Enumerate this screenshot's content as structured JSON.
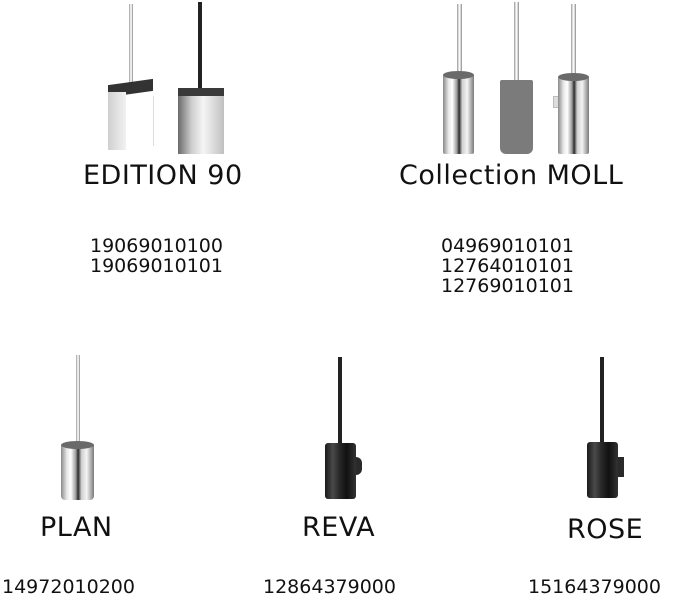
{
  "products": [
    {
      "name": "EDITION 90",
      "codes": [
        "19069010100",
        "19069010101"
      ]
    },
    {
      "name": "Collection MOLL",
      "codes": [
        "04969010101",
        "12764010101",
        "12769010101"
      ]
    },
    {
      "name": "PLAN",
      "codes": [
        "14972010200"
      ]
    },
    {
      "name": "REVA",
      "codes": [
        "12864379000"
      ]
    },
    {
      "name": "ROSE",
      "codes": [
        "15164379000"
      ]
    }
  ],
  "colors": {
    "background": "#ffffff",
    "text": "#111111",
    "chrome": "#d8d8d8",
    "black_finish": "#222222",
    "gray_glass": "#7b7b7b"
  }
}
